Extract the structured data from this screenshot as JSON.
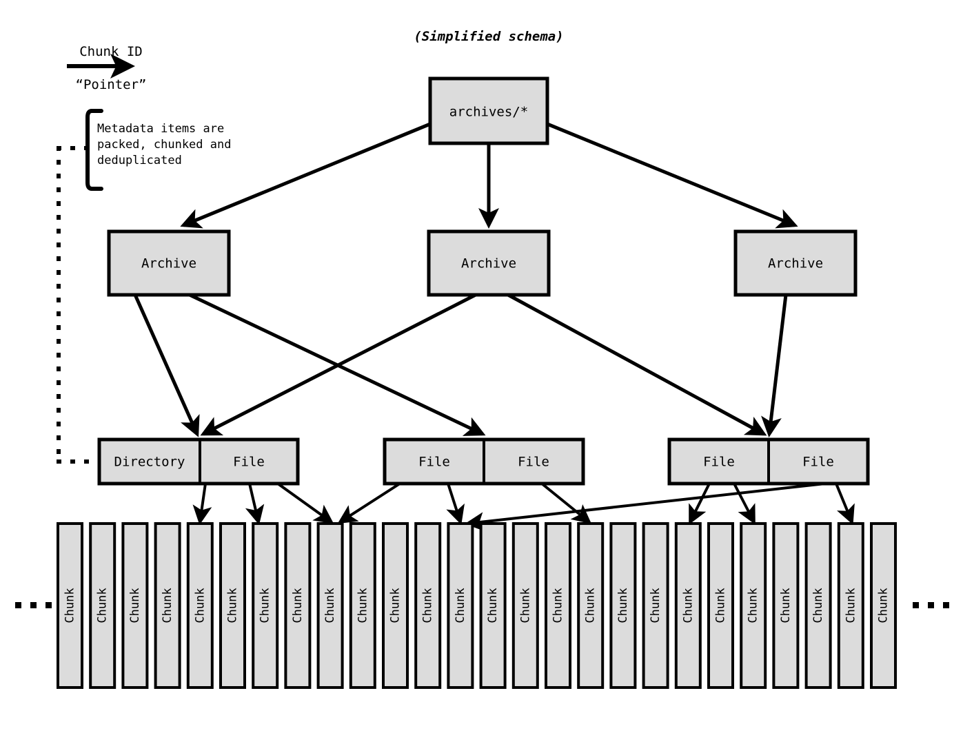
{
  "title": "(Simplified schema)",
  "legend": {
    "top_label": "Chunk ID",
    "bottom_label": "“Pointer”",
    "arrow_icon": "right-arrow-icon"
  },
  "note": {
    "line1": "Metadata items are",
    "line2": "packed, chunked and",
    "line3": "deduplicated",
    "brace_icon": "curly-brace-icon"
  },
  "ellipsis": {
    "left_note": "...",
    "left_items": "...",
    "left_chunks": "...",
    "right_chunks": "..."
  },
  "colors": {
    "box_fill": "#dcdcdc",
    "stroke": "#000000",
    "background": "#ffffff"
  },
  "nodes": {
    "root": {
      "label": "archives/*"
    },
    "archives": [
      {
        "label": "Archive"
      },
      {
        "label": "Archive"
      },
      {
        "label": "Archive"
      }
    ],
    "item_groups": [
      {
        "items": [
          {
            "label": "Directory"
          },
          {
            "label": "File"
          }
        ]
      },
      {
        "items": [
          {
            "label": "File"
          },
          {
            "label": "File"
          }
        ]
      },
      {
        "items": [
          {
            "label": "File"
          },
          {
            "label": "File"
          }
        ]
      }
    ],
    "chunks": [
      {
        "label": "Chunk"
      },
      {
        "label": "Chunk"
      },
      {
        "label": "Chunk"
      },
      {
        "label": "Chunk"
      },
      {
        "label": "Chunk"
      },
      {
        "label": "Chunk"
      },
      {
        "label": "Chunk"
      },
      {
        "label": "Chunk"
      },
      {
        "label": "Chunk"
      },
      {
        "label": "Chunk"
      },
      {
        "label": "Chunk"
      },
      {
        "label": "Chunk"
      },
      {
        "label": "Chunk"
      },
      {
        "label": "Chunk"
      },
      {
        "label": "Chunk"
      },
      {
        "label": "Chunk"
      },
      {
        "label": "Chunk"
      },
      {
        "label": "Chunk"
      },
      {
        "label": "Chunk"
      },
      {
        "label": "Chunk"
      },
      {
        "label": "Chunk"
      },
      {
        "label": "Chunk"
      },
      {
        "label": "Chunk"
      },
      {
        "label": "Chunk"
      },
      {
        "label": "Chunk"
      },
      {
        "label": "Chunk"
      }
    ]
  }
}
